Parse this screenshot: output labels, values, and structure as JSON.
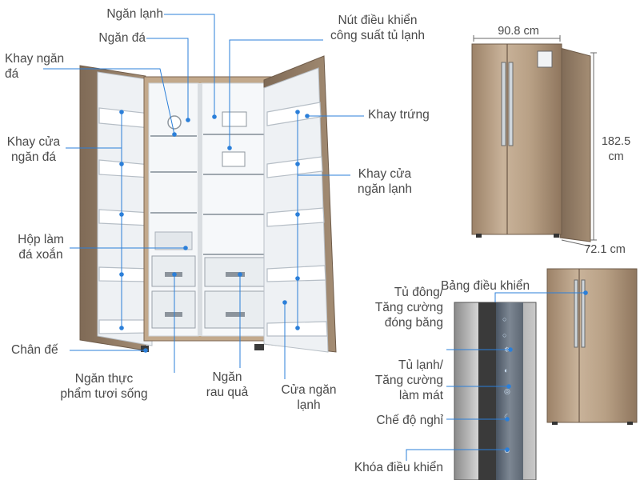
{
  "labels": {
    "ngan_lanh": "Ngăn lạnh",
    "ngan_da": "Ngăn đá",
    "khay_ngan_da": "Khay ngăn\nđá",
    "khay_cua_ngan_da": "Khay cửa\nngăn đá",
    "hop_lam_da_xoan": "Hộp làm\nđá xoắn",
    "chan_de": "Chân đế",
    "ngan_thuc_pham": "Ngăn thực\nphẩm tươi sống",
    "ngan_rau_qua": "Ngăn\nrau quả",
    "cua_ngan_lanh": "Cửa ngăn\nlạnh",
    "nut_dieu_khien": "Nút điều khiển\ncông suất tủ lạnh",
    "khay_trung": "Khay trứng",
    "khay_cua_ngan_lanh": "Khay cửa\nngăn lạnh",
    "bang_dieu_khien": "Bảng điều khiển",
    "tu_dong": "Tủ đông/\nTăng cường\nđóng băng",
    "tu_lanh": "Tủ lạnh/\nTăng cường\nlàm mát",
    "che_do_nghi": "Chế độ nghỉ",
    "khoa_dieu_khien": "Khóa điều khiển"
  },
  "dimensions": {
    "width": "90.8 cm",
    "height": "182.5\ncm",
    "depth": "72.1 cm"
  },
  "colors": {
    "accent": "#2b7fd9",
    "body": "#b49b7f",
    "interior": "#f4f6f8"
  }
}
